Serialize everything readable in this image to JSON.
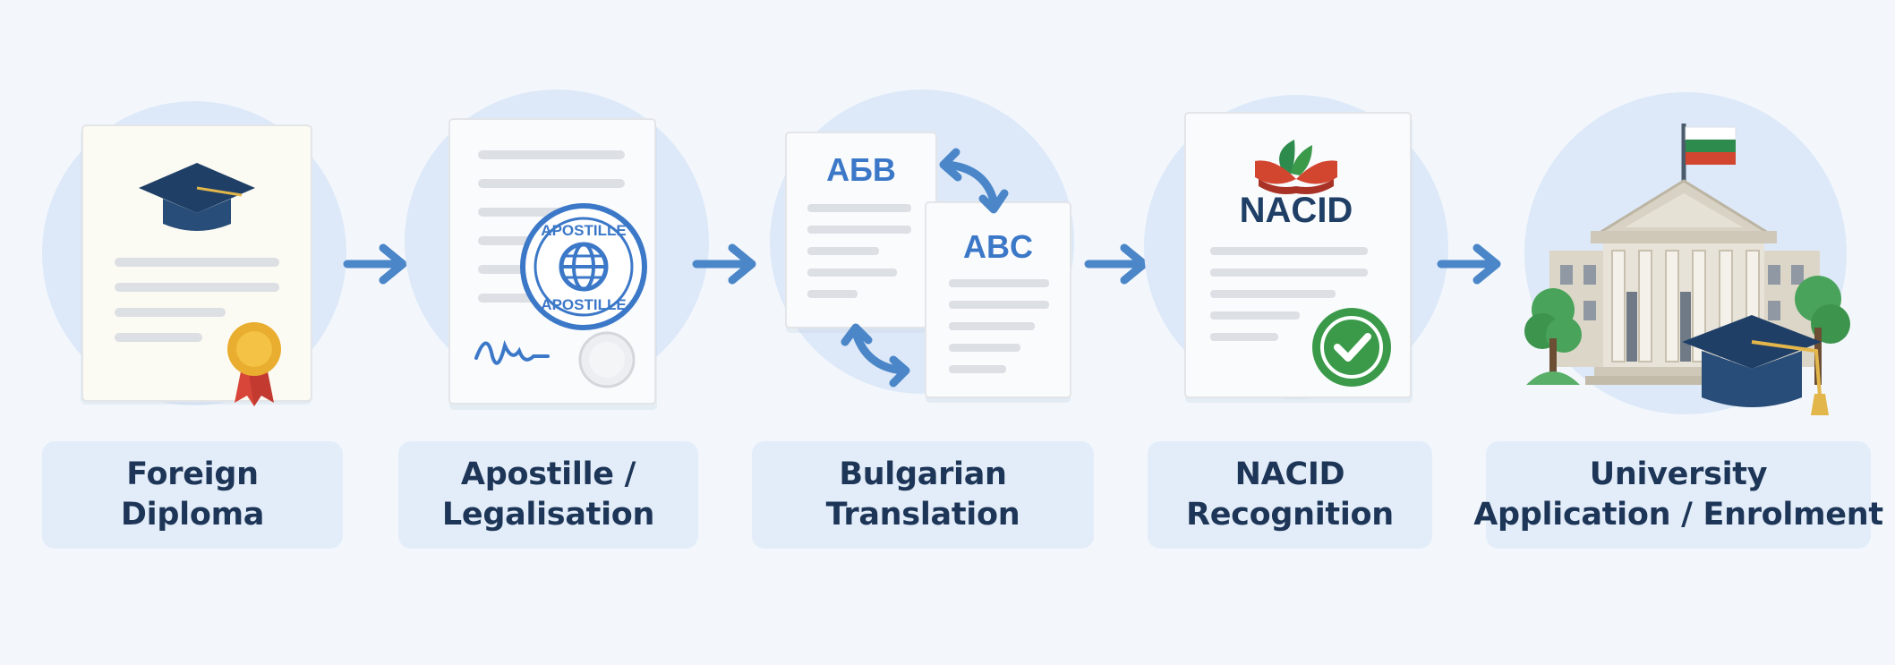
{
  "steps": [
    {
      "line1": "Foreign",
      "line2": "Diploma",
      "icon": "diploma-icon"
    },
    {
      "line1": "Apostille /",
      "line2": "Legalisation",
      "icon": "apostille-document-icon",
      "stamp_text": "APOSTILLE"
    },
    {
      "line1": "Bulgarian",
      "line2": "Translation",
      "icon": "translation-documents-icon",
      "doc_a": "АБВ",
      "doc_b": "ABC"
    },
    {
      "line1": "NACID",
      "line2": "Recognition",
      "icon": "nacid-document-icon",
      "doc_title": "NACID"
    },
    {
      "line1": "University",
      "line2": "Application / Enrolment",
      "icon": "university-building-icon"
    }
  ],
  "colors": {
    "background": "#f3f7fc",
    "circle": "#dde9f8",
    "label_box": "#e3edf9",
    "label_text": "#1d3557",
    "arrow": "#4a86c8",
    "navy": "#1f3f66",
    "stamp_blue": "#3c78c8",
    "check_green": "#3a9a4a",
    "flag_white": "#ffffff",
    "flag_green": "#2e8b4e",
    "flag_red": "#d2452f"
  }
}
